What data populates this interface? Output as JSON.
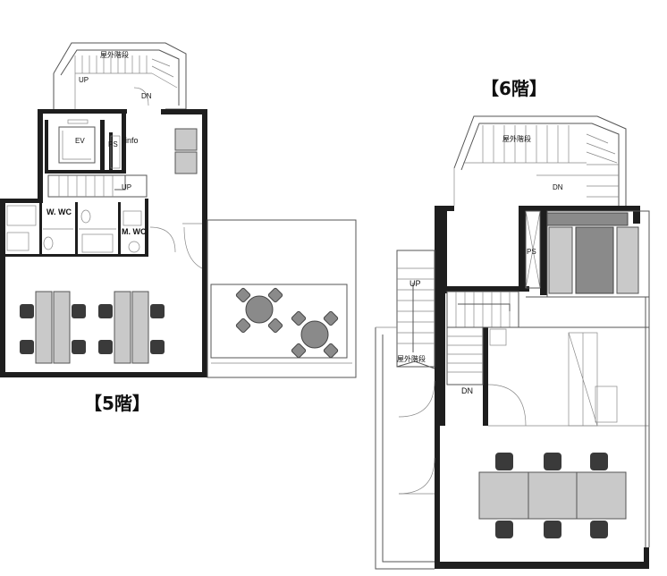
{
  "floors": [
    {
      "id": "5f",
      "title": "【5階】",
      "labels": {
        "outdoor_stair": "屋外階段",
        "up_top": "UP",
        "dn_top": "DN",
        "ev": "EV",
        "ps": "PS",
        "info": "info",
        "up_mid": "UP",
        "wc1": "W. WC",
        "wc2": "M. WC"
      }
    },
    {
      "id": "6f",
      "title": "【6階】",
      "labels": {
        "outdoor_stair_top": "屋外階段",
        "dn_top": "DN",
        "ps": "PS",
        "up_left": "UP",
        "outdoor_stair_left": "屋外階段",
        "dn_mid": "DN"
      }
    }
  ]
}
